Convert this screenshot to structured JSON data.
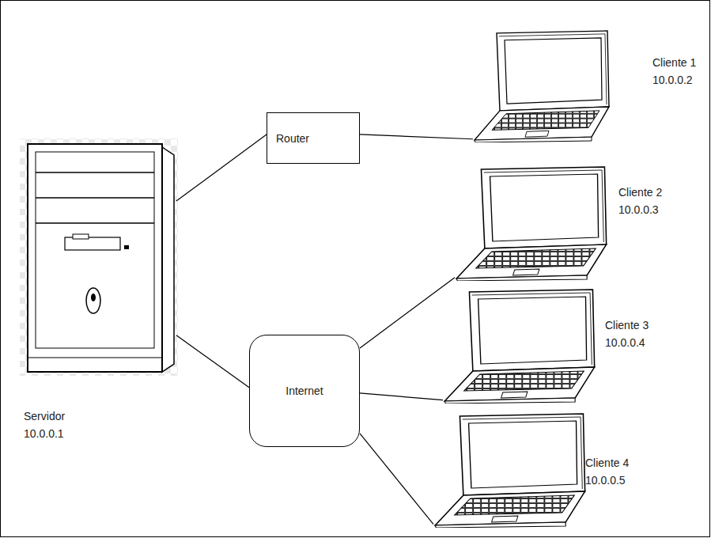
{
  "diagram": {
    "nodes": [
      {
        "text": [
          "Servidor",
          "10.0.0.1"
        ]
      },
      {
        "text": [
          "Router"
        ]
      },
      {
        "text": [
          "Internet"
        ]
      },
      {
        "text": [
          "Cliente 1",
          "10.0.0.2"
        ]
      },
      {
        "text": [
          "Cliente 2",
          "10.0.0.3"
        ]
      },
      {
        "text": [
          "Cliente 3",
          "10.0.0.4"
        ]
      },
      {
        "text": [
          "Cliente 4",
          "10.0.0.5"
        ]
      }
    ],
    "edges": [
      {
        "from": 0,
        "to": 1,
        "arrow": "none"
      },
      {
        "from": 1,
        "to": 3,
        "arrow": "none"
      },
      {
        "from": 0,
        "to": 2,
        "arrow": "none"
      },
      {
        "from": 2,
        "to": 4,
        "arrow": "none"
      },
      {
        "from": 2,
        "to": 5,
        "arrow": "none"
      },
      {
        "from": 2,
        "to": 6,
        "arrow": "none"
      }
    ]
  }
}
